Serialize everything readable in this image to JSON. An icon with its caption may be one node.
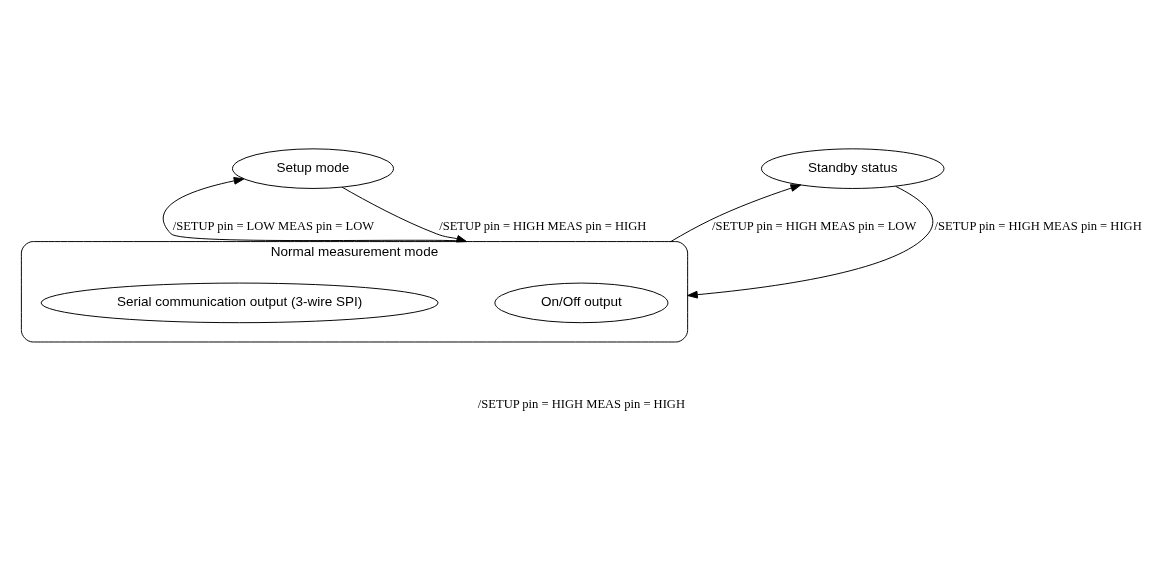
{
  "diagram": {
    "nodes": [
      {
        "text": [
          "Setup mode"
        ]
      },
      {
        "text": [
          "Standby status"
        ]
      },
      {
        "text": [
          "Normal measurement mode"
        ]
      },
      {
        "text": [
          "On/Off output"
        ],
        "in": 2
      },
      {
        "text": [
          "Serial communication output (3-wire SPI)"
        ],
        "in": 2
      }
    ],
    "edges": [
      {
        "from": 2,
        "to": 0,
        "arrow": "to",
        "label": "/SETUP pin = LOW MEAS pin = LOW"
      },
      {
        "from": 0,
        "to": 2,
        "arrow": "to",
        "label": "/SETUP pin = HIGH MEAS pin = HIGH"
      },
      {
        "from": 2,
        "to": 1,
        "arrow": "to",
        "label": "/SETUP pin = HIGH MEAS pin = LOW"
      },
      {
        "from": 1,
        "to": 2,
        "arrow": "to",
        "label": "/SETUP pin = HIGH MEAS pin = HIGH"
      }
    ],
    "labels": [
      "/SETUP pin = HIGH MEAS pin = HIGH"
    ]
  }
}
